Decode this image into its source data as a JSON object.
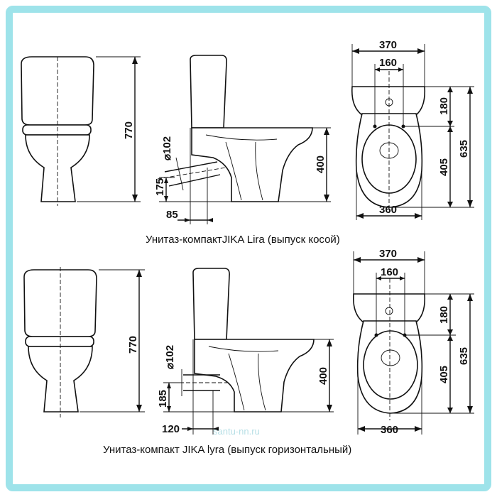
{
  "diagram_1": {
    "caption": "Унитаз-компактJIKA Lira (выпуск косой)",
    "dims": {
      "height_total": "770",
      "pipe_diameter": "⌀102",
      "outlet_height": "175",
      "outlet_offset": "85",
      "seat_height": "400",
      "width_total": "370",
      "hole_spacing": "160",
      "tank_depth": "180",
      "bowl_length": "405",
      "total_depth": "635",
      "bowl_width": "360"
    }
  },
  "diagram_2": {
    "caption": "Унитаз-компакт JIKA lyra (выпуск горизонтальный)",
    "dims": {
      "height_total": "770",
      "pipe_diameter": "⌀102",
      "outlet_height": "185",
      "outlet_offset": "120",
      "seat_height": "400",
      "width_total": "370",
      "hole_spacing": "160",
      "tank_depth": "180",
      "bowl_length": "405",
      "total_depth": "635",
      "bowl_width": "360"
    }
  },
  "watermark": "santu-nn.ru",
  "colors": {
    "frame": "#9ee3ea",
    "line": "#111111"
  }
}
